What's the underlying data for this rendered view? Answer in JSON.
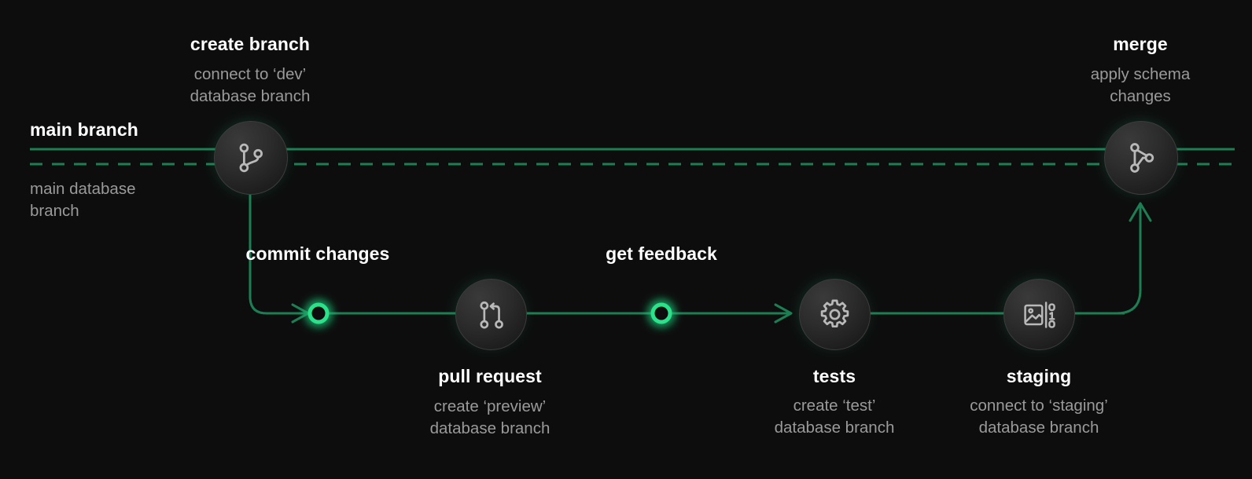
{
  "diagram": {
    "background_color": "#0d0d0d",
    "accent_green": "#17good",
    "line_green": "#1c7f54",
    "node_green": "#2ce28a",
    "title_color": "#ffffff",
    "subtitle_color": "#9a9a9a"
  },
  "branch_lines": {
    "main_branch_label": "main branch",
    "main_database_branch_label": "main database\nbranch",
    "solid_line_style": "solid",
    "dashed_line_style": "dashed"
  },
  "steps": [
    {
      "id": "create-branch",
      "title": "create branch",
      "subtitle": "connect to ‘dev’\ndatabase branch",
      "icon": "git-branch-icon",
      "node_type": "circle",
      "label_position": "above"
    },
    {
      "id": "commit-changes",
      "title": "commit\nchanges",
      "subtitle": "",
      "icon": "green-ring-icon",
      "node_type": "ring",
      "label_position": "above"
    },
    {
      "id": "pull-request",
      "title": "pull request",
      "subtitle": "create ‘preview’\ndatabase branch",
      "icon": "git-pull-request-icon",
      "node_type": "circle",
      "label_position": "below"
    },
    {
      "id": "get-feedback",
      "title": "get\nfeedback",
      "subtitle": "",
      "icon": "green-ring-icon",
      "node_type": "ring",
      "label_position": "above"
    },
    {
      "id": "tests",
      "title": "tests",
      "subtitle": "create ‘test’\ndatabase branch",
      "icon": "gear-icon",
      "node_type": "circle",
      "label_position": "below"
    },
    {
      "id": "staging",
      "title": "staging",
      "subtitle": "connect to ‘staging’\ndatabase branch",
      "icon": "image-binary-icon",
      "node_type": "circle",
      "label_position": "below"
    },
    {
      "id": "merge",
      "title": "merge",
      "subtitle": "apply schema\nchanges",
      "icon": "git-merge-icon",
      "node_type": "circle",
      "label_position": "above"
    }
  ]
}
